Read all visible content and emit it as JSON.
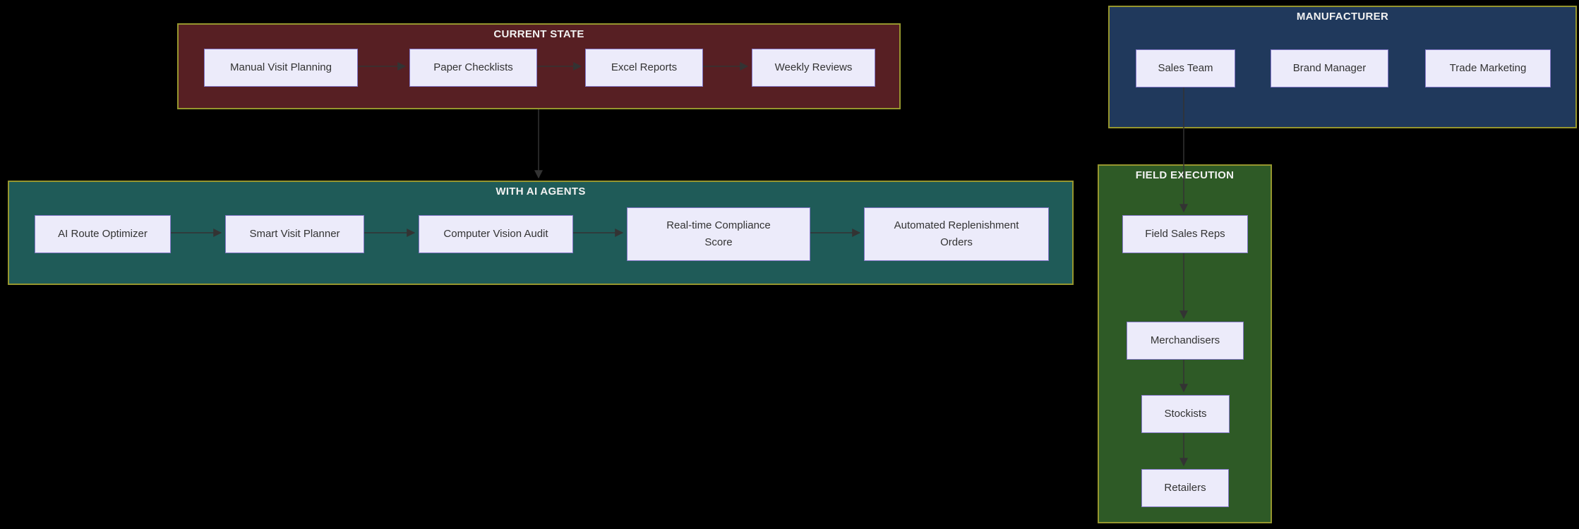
{
  "diagram": {
    "type": "flowchart",
    "colors": {
      "background": "#000000",
      "cluster_border": "#96962e",
      "cluster_title_text": "#f2f2f2",
      "current_state_fill": "#571f23",
      "manufacturer_fill": "#20395c",
      "with_ai_agents_fill": "#1f5b58",
      "field_execution_fill": "#2e5a26",
      "node_fill": "#ecebfa",
      "node_border": "#8478c8",
      "node_text": "#333333",
      "edge_color": "#333333"
    },
    "clusters": [
      {
        "title": "CURRENT STATE",
        "nodes": [
          {
            "label": "Manual Visit Planning"
          },
          {
            "label": "Paper Checklists"
          },
          {
            "label": "Excel Reports"
          },
          {
            "label": "Weekly Reviews"
          }
        ]
      },
      {
        "title": "MANUFACTURER",
        "nodes": [
          {
            "label": "Sales Team"
          },
          {
            "label": "Brand Manager"
          },
          {
            "label": "Trade Marketing"
          }
        ]
      },
      {
        "title": "WITH AI AGENTS",
        "nodes": [
          {
            "label": "AI Route Optimizer"
          },
          {
            "label": "Smart Visit Planner"
          },
          {
            "label": "Computer Vision Audit"
          },
          {
            "label": "Real-time Compliance\nScore"
          },
          {
            "label": "Automated Replenishment\nOrders"
          }
        ]
      },
      {
        "title": "FIELD EXECUTION",
        "nodes": [
          {
            "label": "Field Sales Reps"
          },
          {
            "label": "Merchandisers"
          },
          {
            "label": "Stockists"
          },
          {
            "label": "Retailers"
          }
        ]
      }
    ],
    "edges": [
      {
        "from": "Manual Visit Planning",
        "to": "Paper Checklists"
      },
      {
        "from": "Paper Checklists",
        "to": "Excel Reports"
      },
      {
        "from": "Excel Reports",
        "to": "Weekly Reviews"
      },
      {
        "from": "CURRENT STATE",
        "to": "WITH AI AGENTS"
      },
      {
        "from": "AI Route Optimizer",
        "to": "Smart Visit Planner"
      },
      {
        "from": "Smart Visit Planner",
        "to": "Computer Vision Audit"
      },
      {
        "from": "Computer Vision Audit",
        "to": "Real-time Compliance Score"
      },
      {
        "from": "Real-time Compliance Score",
        "to": "Automated Replenishment Orders"
      },
      {
        "from": "Sales Team",
        "to": "Field Sales Reps"
      },
      {
        "from": "Field Sales Reps",
        "to": "Merchandisers"
      },
      {
        "from": "Merchandisers",
        "to": "Stockists"
      },
      {
        "from": "Stockists",
        "to": "Retailers"
      }
    ]
  }
}
